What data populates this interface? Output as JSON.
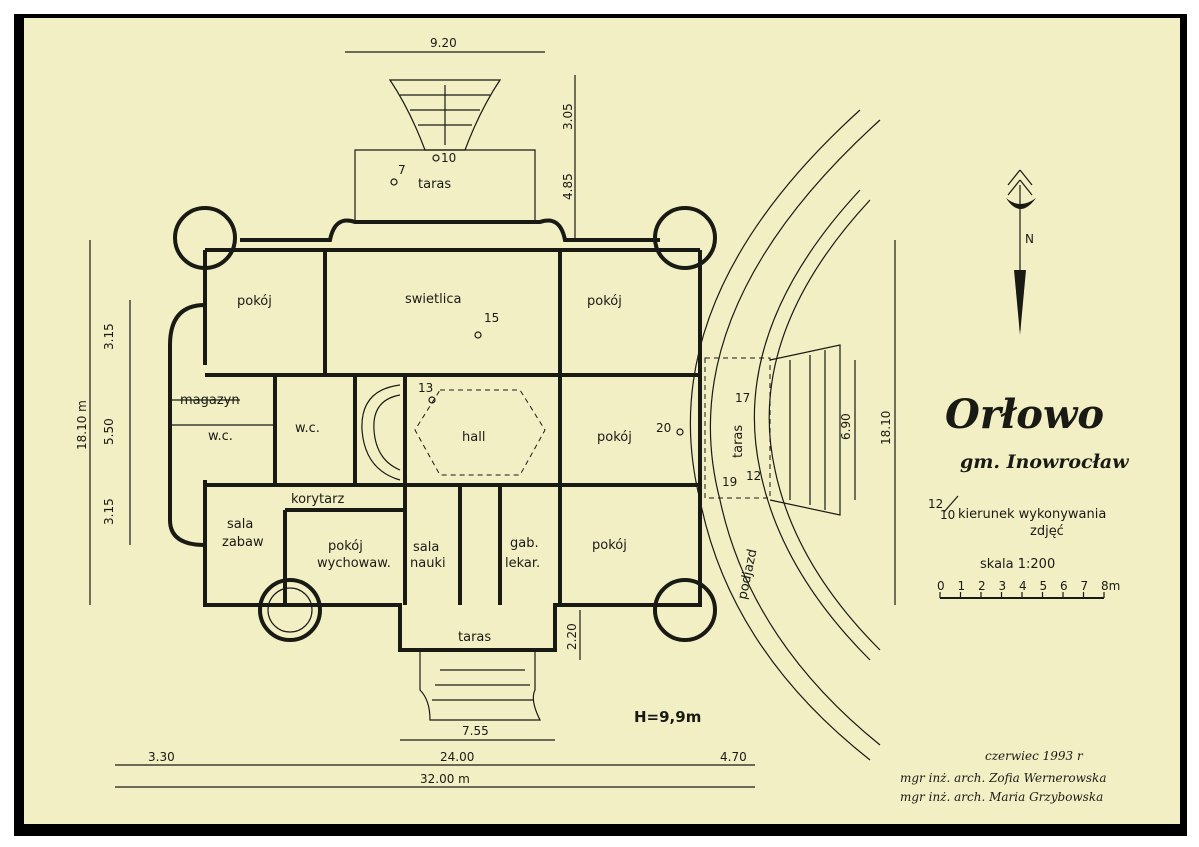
{
  "plan": {
    "title": "Orłowo",
    "subtitle": "gm. Inowrocław",
    "height_label": "H=9,9m",
    "north_label": "N",
    "scale_label": "skala 1:200",
    "scale_ticks": [
      "0",
      "1",
      "2",
      "3",
      "4",
      "5",
      "6",
      "7",
      "8m"
    ],
    "legend_symbol": "12",
    "legend_symbol_sub": "10",
    "legend_line1": "kierunek wykonywania",
    "legend_line2": "zdjęć",
    "date": "czerwiec 1993 r",
    "author1": "mgr inż. arch. Zofia Wernerowska",
    "author2": "mgr inż. arch. Maria Grzybowska",
    "colors": {
      "paper": "#f2efc4",
      "ink": "#1a1a14",
      "frame": "#000000"
    }
  },
  "rooms": {
    "pokoj_nw": "pokój",
    "swietlica": "swietlica",
    "pokoj_ne": "pokój",
    "magazyn": "magazyn",
    "wc1": "w.c.",
    "wc2": "w.c.",
    "hall": "hall",
    "pokoj_e": "pokój",
    "korytarz": "korytarz",
    "sala_zabaw_1": "sala",
    "sala_zabaw_2": "zabaw",
    "pokoj_wych_1": "pokój",
    "pokoj_wych_2": "wychowaw.",
    "sala_nauki_1": "sala",
    "sala_nauki_2": "nauki",
    "gab_1": "gab.",
    "gab_2": "lekar.",
    "pokoj_se": "pokój",
    "taras_n": "taras",
    "taras_s": "taras",
    "taras_e": "taras",
    "podjazd": "podjazd"
  },
  "photo_points": [
    "7",
    "10",
    "15",
    "13",
    "17",
    "20",
    "19",
    "12"
  ],
  "dimensions": {
    "top_920": "9.20",
    "right_305": "3.05",
    "right_485": "4.85",
    "left_315a": "3.15",
    "left_550": "5.50",
    "left_315b": "3.15",
    "left_1810": "18.10 m",
    "right_690": "6.90",
    "right_1810": "18.10",
    "bot_220": "2.20",
    "bot_755": "7.55",
    "bot_330": "3.30",
    "bot_2400": "24.00",
    "bot_470": "4.70",
    "bot_3200": "32.00 m"
  }
}
